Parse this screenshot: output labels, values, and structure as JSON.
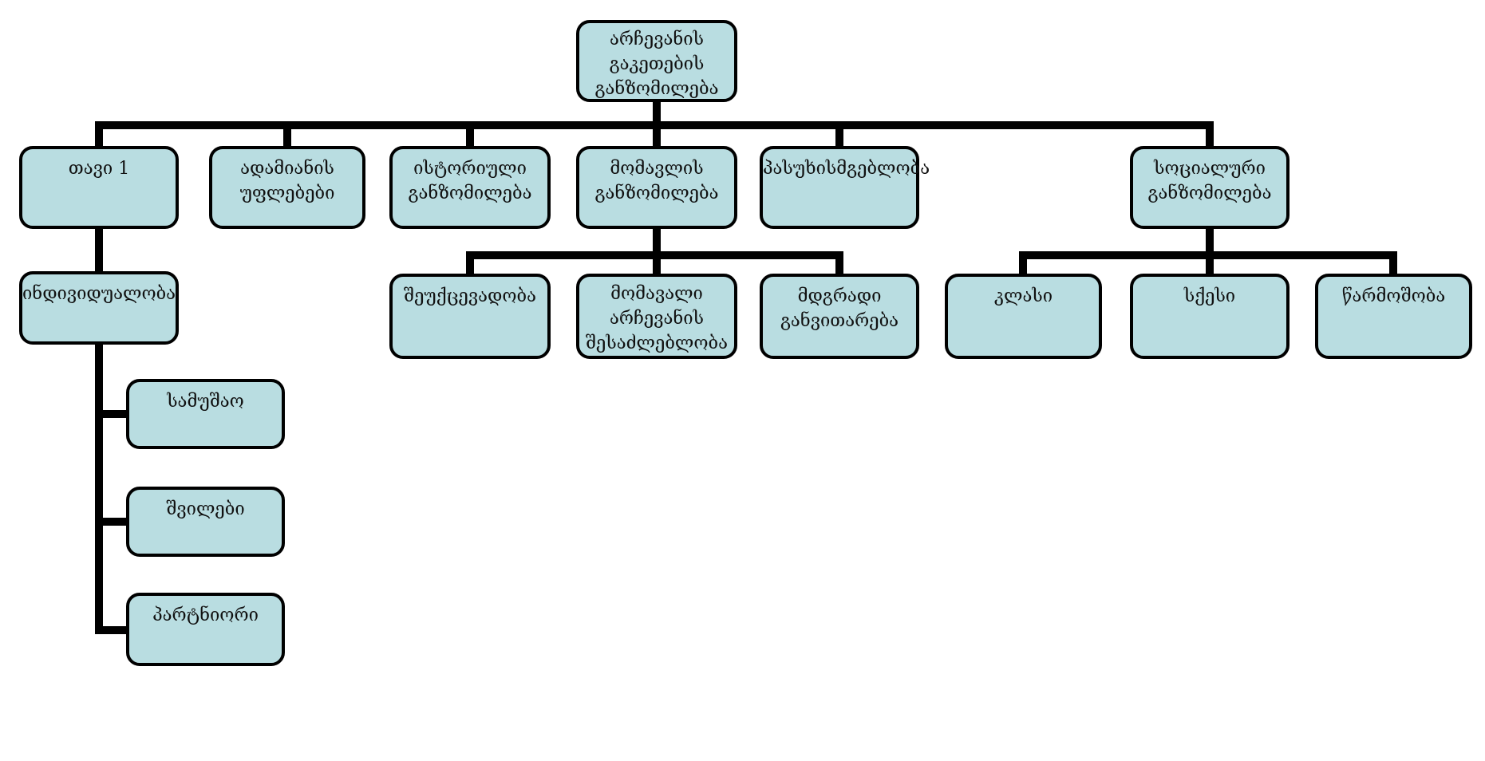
{
  "colors": {
    "node_fill": "#b9dde1",
    "node_border": "#000000",
    "connector": "#000000",
    "background": "#ffffff"
  },
  "nodes": {
    "root": {
      "label": "არჩევანის გაკეთების განზომილება",
      "lines": [
        "არჩევანის",
        "გაკეთების",
        "განზომილება"
      ]
    },
    "chapter1": {
      "label": "თავი 1",
      "lines": [
        "თავი 1"
      ]
    },
    "human_rights": {
      "label": "ადამიანის უფლებები",
      "lines": [
        "ადამიანის",
        "უფლებები"
      ]
    },
    "historical": {
      "label": "ისტორიული განზომილება",
      "lines": [
        "ისტორიული",
        "განზომილება"
      ]
    },
    "future": {
      "label": "მომავლის განზომილება",
      "lines": [
        "მომავლის",
        "განზომილება"
      ]
    },
    "responsibility": {
      "label": "პასუხისმგებლობა",
      "lines": [
        "პასუხისმგებლობა"
      ]
    },
    "social": {
      "label": "სოციალური განზომილება",
      "lines": [
        "სოციალური",
        "განზომილება"
      ]
    },
    "irreversibility": {
      "label": "შეუქცევადობა",
      "lines": [
        "შეუქცევადობა"
      ]
    },
    "future_choice": {
      "label": "მომავალი არჩევანის შესაძლებლობა",
      "lines": [
        "მომავალი",
        "არჩევანის",
        "შესაძლებლობა"
      ]
    },
    "sustainable": {
      "label": "მდგრადი განვითარება",
      "lines": [
        "მდგრადი",
        "განვითარება"
      ]
    },
    "class": {
      "label": "კლასი",
      "lines": [
        "კლასი"
      ]
    },
    "gender": {
      "label": "სქესი",
      "lines": [
        "სქესი"
      ]
    },
    "origin": {
      "label": "წარმოშობა",
      "lines": [
        "წარმოშობა"
      ]
    },
    "individuality": {
      "label": "ინდივიდუალობა",
      "lines": [
        "ინდივიდუალობა"
      ]
    },
    "work": {
      "label": "სამუშაო",
      "lines": [
        "სამუშაო"
      ]
    },
    "children": {
      "label": "შვილები",
      "lines": [
        "შვილები"
      ]
    },
    "partner": {
      "label": "პარტნიორი",
      "lines": [
        "პარტნიორი"
      ]
    }
  },
  "hierarchy": {
    "root": "root",
    "children_of_root": [
      "chapter1",
      "human_rights",
      "historical",
      "future",
      "responsibility",
      "social"
    ],
    "children_of_chapter1": [
      "individuality"
    ],
    "children_of_future": [
      "irreversibility",
      "future_choice",
      "sustainable"
    ],
    "children_of_social": [
      "class",
      "gender",
      "origin"
    ],
    "children_of_individuality": [
      "work",
      "children",
      "partner"
    ]
  }
}
